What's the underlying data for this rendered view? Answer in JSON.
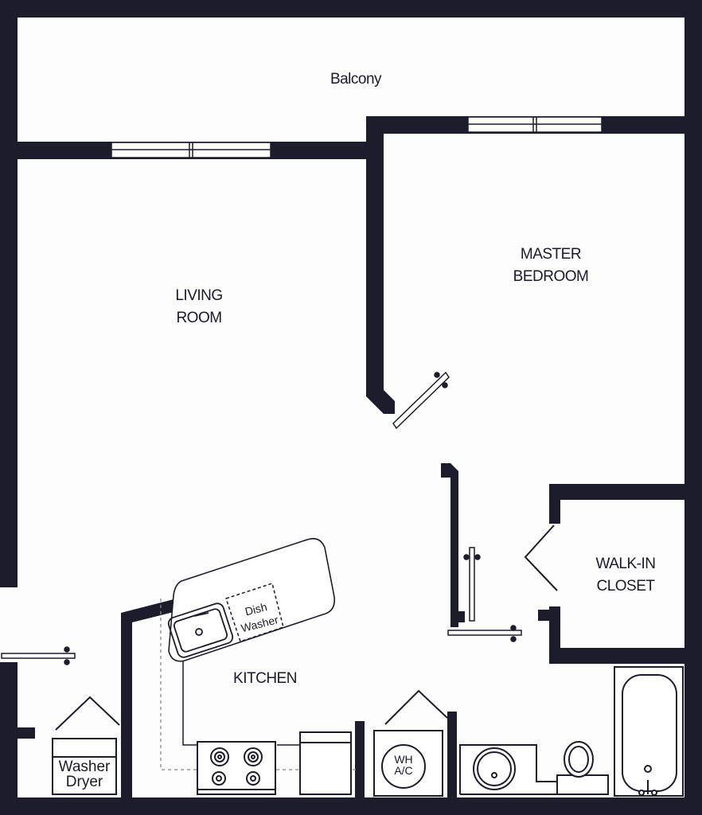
{
  "plan": {
    "colors": {
      "wall": "#1c1c2c",
      "background": "#fdfdfd",
      "line": "#1c1c2c",
      "dashed": "#888888"
    },
    "rooms": {
      "balcony": {
        "label": "Balcony"
      },
      "living_room": {
        "line1": "LIVING",
        "line2": "ROOM"
      },
      "master_bedroom": {
        "line1": "MASTER",
        "line2": "BEDROOM"
      },
      "walk_in_closet": {
        "line1": "WALK-IN",
        "line2": "CLOSET"
      },
      "kitchen": {
        "label": "KITCHEN"
      }
    },
    "fixtures": {
      "dishwasher": {
        "line1": "Dish",
        "line2": "Washer"
      },
      "washer_dryer": {
        "line1": "Washer",
        "line2": "Dryer"
      },
      "water_heater_ac": {
        "line1": "WH",
        "line2": "A/C"
      }
    }
  }
}
